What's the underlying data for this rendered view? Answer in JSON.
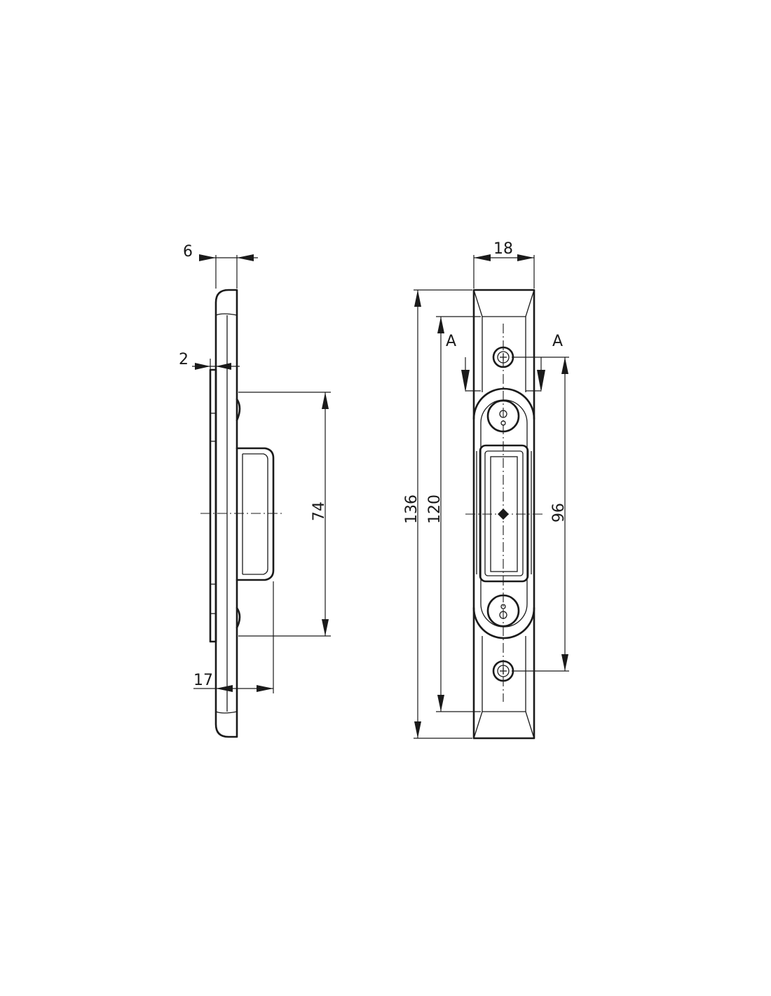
{
  "side_view": {
    "dim_thickness": "6",
    "dim_plate": "2",
    "dim_height": "74",
    "dim_depth": "17"
  },
  "front_view": {
    "dim_width": "18",
    "dim_total_length": "136",
    "dim_inner_length": "120",
    "dim_hole_spacing": "96",
    "section_left": "A",
    "section_right": "A"
  }
}
